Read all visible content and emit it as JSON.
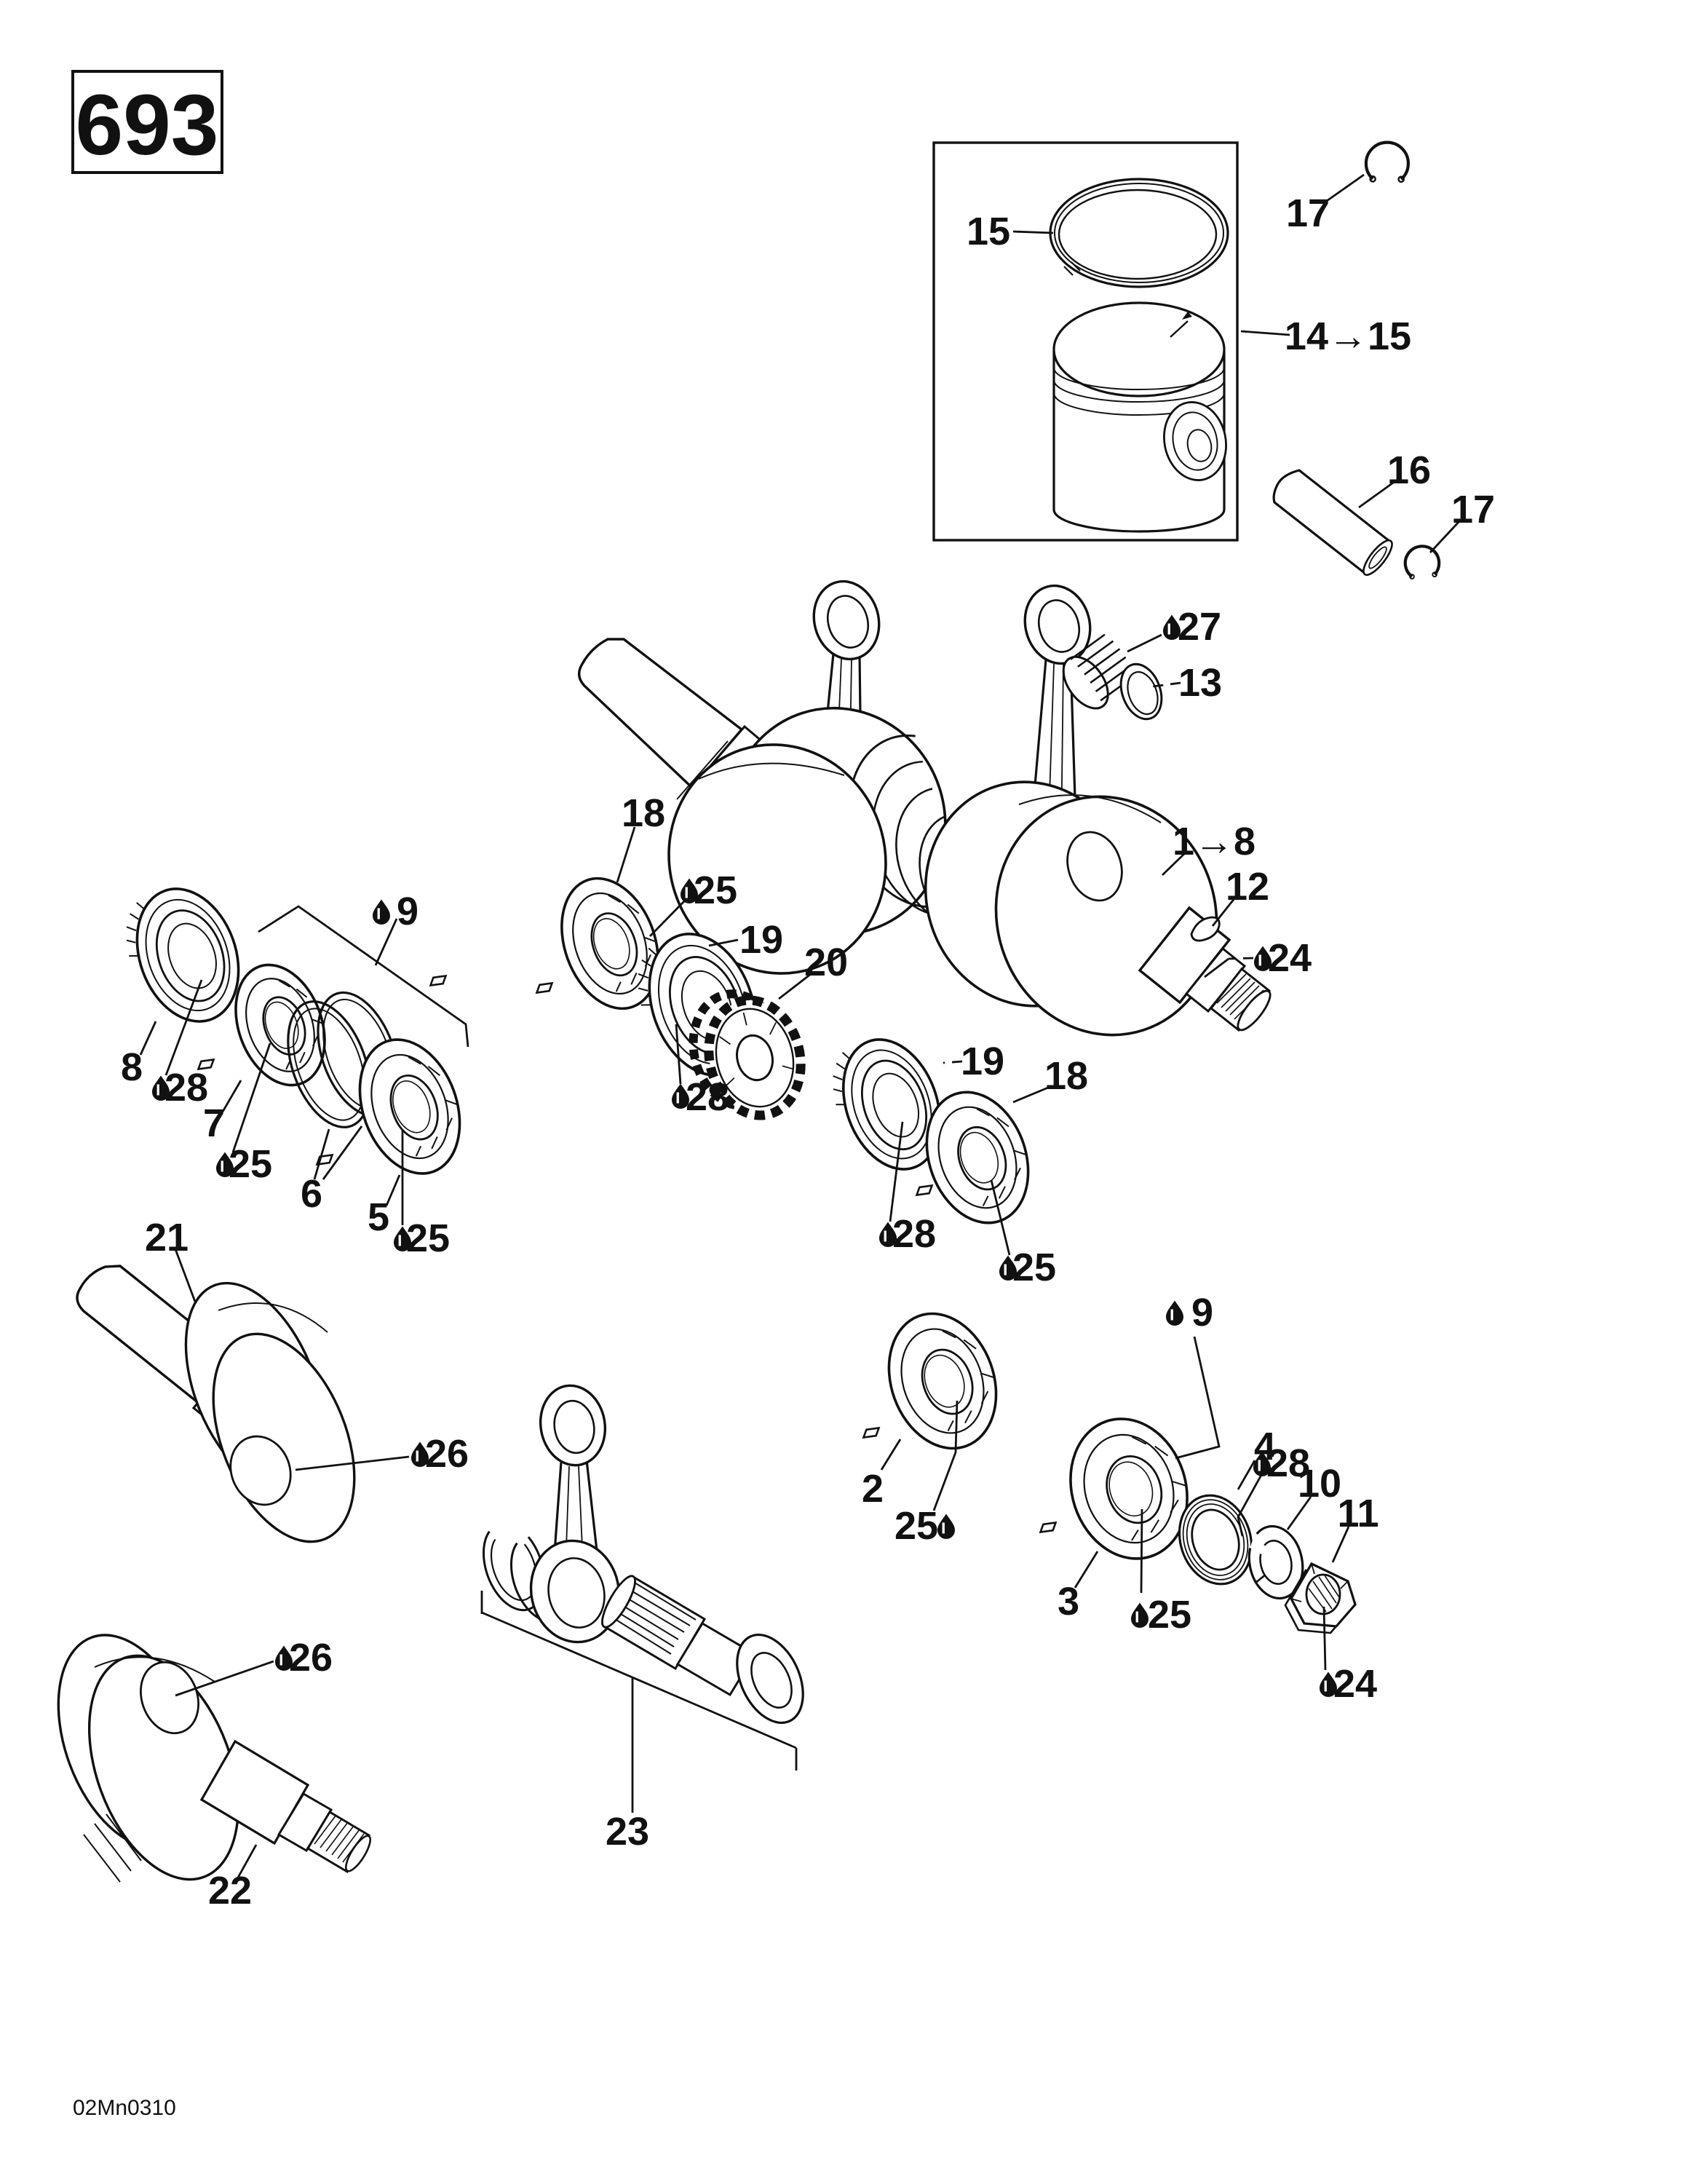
{
  "page": {
    "background": "#ffffff",
    "ink_color": "#111111"
  },
  "header": {
    "engine_code": "693"
  },
  "footer": {
    "doc_code": "02Mn0310"
  },
  "symbols": {
    "oil_drop": "lubrication-point"
  },
  "callouts": {
    "c1_8": "1→8",
    "c2": "2",
    "c3": "3",
    "c4": "4",
    "c5": "5",
    "c6": "6",
    "c7": "7",
    "c8": "8",
    "c9": "9",
    "c10": "10",
    "c11": "11",
    "c12": "12",
    "c13": "13",
    "c14_15": "14→15",
    "c15": "15",
    "c16": "16",
    "c17": "17",
    "c18": "18",
    "c19": "19",
    "c20": "20",
    "c21": "21",
    "c22": "22",
    "c23": "23",
    "c24": "24",
    "c25": "25",
    "c26": "26",
    "c27": "27",
    "c28": "28"
  }
}
